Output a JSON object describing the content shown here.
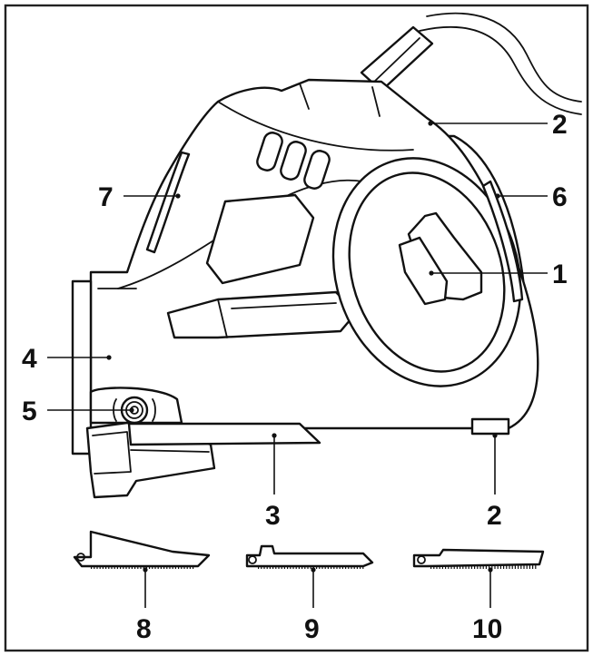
{
  "diagram": {
    "labels": [
      {
        "id": "1",
        "text": "1"
      },
      {
        "id": "2a",
        "text": "2"
      },
      {
        "id": "2b",
        "text": "2"
      },
      {
        "id": "3",
        "text": "3"
      },
      {
        "id": "4",
        "text": "4"
      },
      {
        "id": "5",
        "text": "5"
      },
      {
        "id": "6",
        "text": "6"
      },
      {
        "id": "7",
        "text": "7"
      },
      {
        "id": "8",
        "text": "8"
      },
      {
        "id": "9",
        "text": "9"
      },
      {
        "id": "10",
        "text": "10"
      }
    ],
    "colors": {
      "line": "#111111",
      "background": "#ffffff",
      "frame": "#222222"
    }
  }
}
